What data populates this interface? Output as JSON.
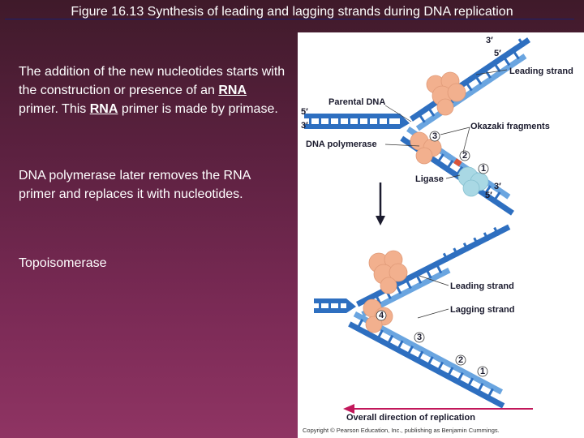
{
  "slide": {
    "title": "Figure 16.13  Synthesis of leading and lagging strands during DNA replication",
    "paragraph1": {
      "part1": "The addition of the new nucleotides starts with the construction or presence of an ",
      "rna1": "RNA",
      "part2": " primer.  This ",
      "rna2": "RNA",
      "part3": " primer is made by primase."
    },
    "paragraph2": "DNA polymerase later removes the RNA primer and replaces it with nucleotides.",
    "paragraph3": "Topoisomerase"
  },
  "figure": {
    "labels": {
      "three_prime_top": "3′",
      "five_prime_top": "5′",
      "leading_strand_top": "Leading strand",
      "parental_dna": "Parental DNA",
      "five_prime_left": "5′",
      "three_prime_left": "3′",
      "okazaki_fragments": "Okazaki fragments",
      "dna_polymerase": "DNA polymerase",
      "ligase": "Ligase",
      "three_prime_mid": "3′",
      "five_prime_mid": "5′",
      "leading_strand_bottom": "Leading strand",
      "lagging_strand": "Lagging strand",
      "overall_direction": "Overall direction of replication",
      "copyright": "Copyright © Pearson Education, Inc., publishing as Benjamin Cummings."
    },
    "fragment_numbers_top": [
      "3",
      "2",
      "1"
    ],
    "fragment_numbers_bottom": [
      "4",
      "3",
      "2",
      "1"
    ],
    "colors": {
      "parental": "#2e6fc0",
      "new_strand": "#6aa5e0",
      "polymerase": "#f2b08e",
      "ligase": "#a9d8e4",
      "primer": "#d9533a",
      "arrow": "#c2185b"
    }
  }
}
